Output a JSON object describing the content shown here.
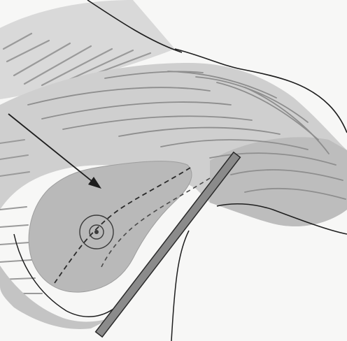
{
  "figure": {
    "kind": "anatomical illustration",
    "elements": [
      "pectoral-muscle",
      "breast-tissue",
      "nipple-areola",
      "cone-outline",
      "scan-plane-lines",
      "arrow",
      "paddle-bar",
      "arm-contour"
    ]
  },
  "colors": {
    "background": "#f7f7f6",
    "muscle_fill": "#cfcfcf",
    "muscle_dark": "#a9a9a9",
    "fiber_line": "#8e8e8e",
    "breast_fill": "#b9b9b9",
    "outline": "#1e1e1e",
    "paddle_fill": "#8b8b8b"
  }
}
